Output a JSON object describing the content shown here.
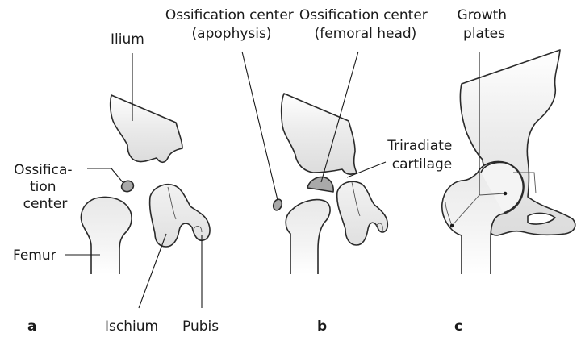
{
  "panels": [
    "a",
    "b",
    "c"
  ],
  "labels": {
    "ilium": "Ilium",
    "ossification_center_a": [
      "Ossifica-",
      "tion",
      "center"
    ],
    "femur": "Femur",
    "ischium": "Ischium",
    "pubis": "Pubis",
    "ossification_apophysis": [
      "Ossification center",
      "(apophysis)"
    ],
    "ossification_femoral_head": [
      "Ossification center",
      "(femoral head)"
    ],
    "triradiate_cartilage": [
      "Triradiate",
      "cartilage"
    ],
    "growth_plates": [
      "Growth",
      "plates"
    ]
  },
  "colors": {
    "bone_fill_light": "#f6f6f6",
    "bone_fill_shade": "#dcdcdc",
    "ossification_fill": "#a9a9a9",
    "outline": "#2a2a2a"
  }
}
